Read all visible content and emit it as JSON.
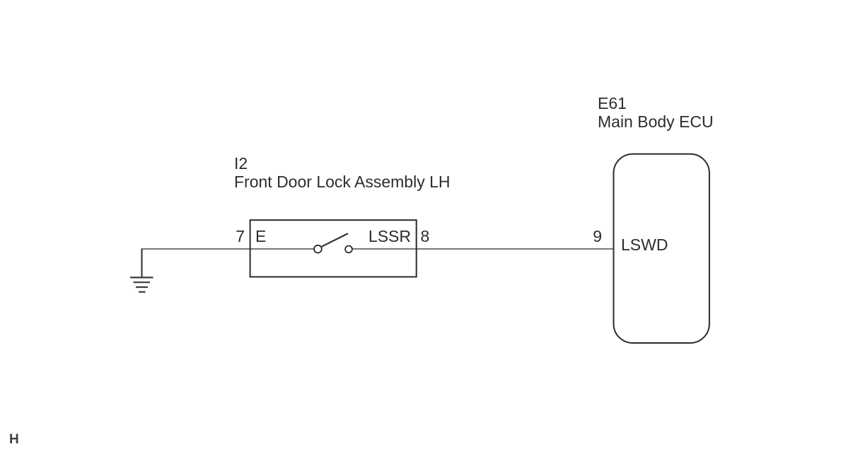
{
  "diagram": {
    "type": "automotive-wiring-schematic",
    "page_mark": "H",
    "colors": {
      "background": "#ffffff",
      "wire": "#4b4b4b",
      "component_outline": "#2b2b2b",
      "text": "#2d2d2d"
    },
    "components": {
      "door_lock_switch": {
        "code": "I2",
        "name": "Front Door Lock Assembly LH",
        "left_terminal": "E",
        "right_terminal": "LSSR",
        "left_pin": "7",
        "right_pin": "8",
        "switch_state": "open"
      },
      "main_body_ecu": {
        "code": "E61",
        "name": "Main Body ECU",
        "pin": "9",
        "terminal": "LSWD"
      },
      "ground": {
        "symbol": "chassis-ground"
      }
    },
    "connections": [
      "ground to I2 pin 7 (E)",
      "I2 pin 8 (LSSR) to E61 pin 9 (LSWD)"
    ]
  }
}
